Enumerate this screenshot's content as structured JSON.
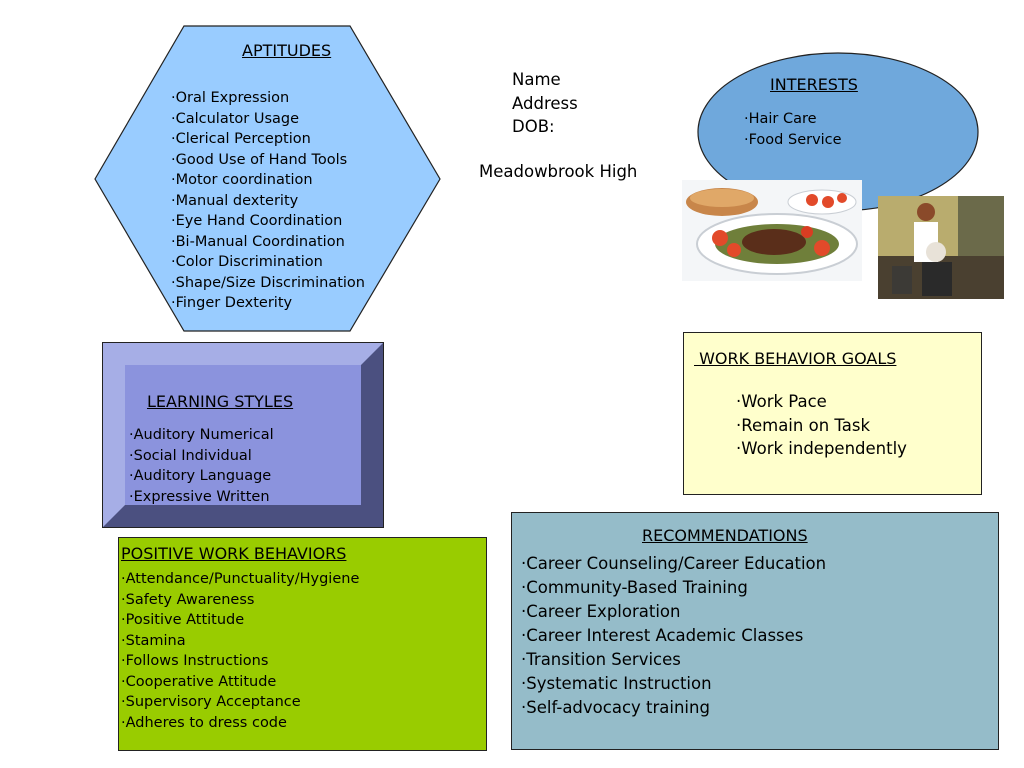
{
  "aptitudes": {
    "title": "APTITUDES",
    "items": [
      "Oral Expression",
      "Calculator Usage",
      "Clerical Perception",
      "Good Use of Hand Tools",
      "Motor coordination",
      "Manual dexterity",
      "Eye Hand Coordination",
      "Bi-Manual Coordination",
      "Color Discrimination",
      "Shape/Size Discrimination",
      "Finger Dexterity"
    ]
  },
  "student": {
    "name_label": "Name",
    "address_label": "Address",
    "dob_label": "DOB:",
    "school": "Meadowbrook High"
  },
  "interests": {
    "title": "INTERESTS",
    "items": [
      "Hair Care",
      "Food Service"
    ]
  },
  "learning_styles": {
    "title": "LEARNING STYLES",
    "items": [
      "Auditory Numerical",
      "Social Individual",
      "Auditory Language",
      "Expressive Written"
    ]
  },
  "work_behavior_goals": {
    "title": " WORK BEHAVIOR GOALS",
    "items": [
      "Work Pace",
      "Remain on Task",
      "Work independently"
    ]
  },
  "recommendations": {
    "title": "RECOMMENDATIONS",
    "items": [
      "Career Counseling/Career Education",
      "Community-Based Training",
      "Career Exploration",
      "Career Interest Academic Classes",
      "Transition Services",
      "Systematic Instruction",
      "Self-advocacy training"
    ]
  },
  "positive_work_behaviors": {
    "title": "POSITIVE WORK BEHAVIORS",
    "items": [
      "Attendance/Punctuality/Hygiene",
      "Safety Awareness",
      "Positive Attitude",
      "Stamina",
      "Follows Instructions",
      "Cooperative Attitude",
      "Supervisory Acceptance",
      "Adheres to dress code"
    ]
  },
  "colors": {
    "aptitudes_fill": "#99ccff",
    "interests_fill": "#6fa8dc",
    "learning_face": "#8b93dd",
    "goals_fill": "#ffffcc",
    "recommendations_fill": "#95bcc9",
    "behaviors_fill": "#99cc00"
  },
  "images": {
    "food": "food-service-photo",
    "hair": "hair-salon-photo"
  }
}
